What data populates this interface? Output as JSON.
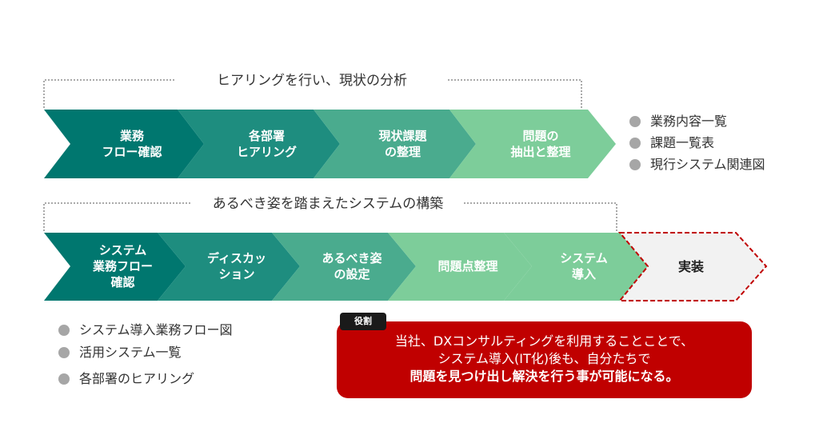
{
  "phase1": {
    "heading": "ヒアリングを行い、現状の分析",
    "steps": [
      {
        "lines": [
          "業務",
          "フロー確認"
        ],
        "color": "#00776f"
      },
      {
        "lines": [
          "各部署",
          "ヒアリング"
        ],
        "color": "#1e8d7f"
      },
      {
        "lines": [
          "現状課題",
          "の整理"
        ],
        "color": "#4aab8e"
      },
      {
        "lines": [
          "問題の",
          "抽出と整理"
        ],
        "color": "#7dcd9a"
      }
    ],
    "deliverables": [
      "業務内容一覧",
      "課題一覧表",
      "現行システム関連図"
    ]
  },
  "phase2": {
    "heading": "あるべき姿を踏まえたシステムの構築",
    "steps": [
      {
        "lines": [
          "システム",
          "業務フロー",
          "確認"
        ],
        "color": "#00776f"
      },
      {
        "lines": [
          "ディスカッ",
          "ション"
        ],
        "color": "#1e8d7f"
      },
      {
        "lines": [
          "あるべき姿",
          "の設定"
        ],
        "color": "#4aab8e"
      },
      {
        "lines": [
          "問題点整理"
        ],
        "color": "#7dcd9a"
      },
      {
        "lines": [
          "システム",
          "導入"
        ],
        "color": "#7dcd9a"
      }
    ],
    "implementation": {
      "label": "実装",
      "fill": "#f2f2f2",
      "border": "#c00000"
    },
    "deliverables": [
      "システム導入業務フロー図",
      "活用システム一覧",
      "各部署のヒアリング"
    ]
  },
  "role": {
    "tag": "役割",
    "line1": "当社、DXコンサルティングを利用することことで、",
    "line2": "システム導入(IT化)後も、自分たちで",
    "line3": "問題を見つけ出し解決を行う事が可能になる。"
  }
}
